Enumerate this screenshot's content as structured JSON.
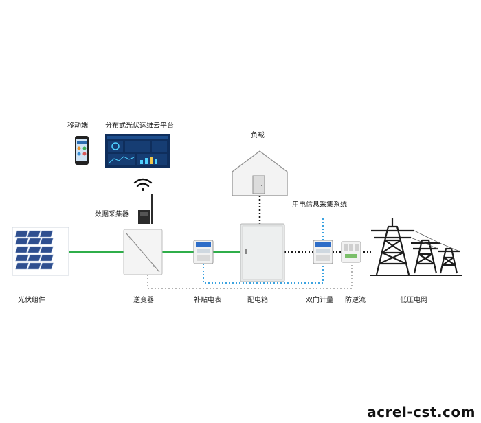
{
  "labels": {
    "mobile": "移动端",
    "platform": "分布式光伏运维云平台",
    "load": "负载",
    "collector": "数据采集器",
    "info_system": "用电信息采集系统",
    "pv": "光伏组件",
    "inverter": "逆变器",
    "subsidy_meter": "补贴电表",
    "distribution_box": "配电箱",
    "bidirectional": "双向计量",
    "anti_reverse": "防逆流",
    "grid": "低压电网"
  },
  "watermark": "acrel-cst.com",
  "colors": {
    "power_line": "#2fae4a",
    "comm_line": "#3ca3e0",
    "signal_line": "#1a1a1a",
    "aux_line": "#9a9a9a"
  }
}
